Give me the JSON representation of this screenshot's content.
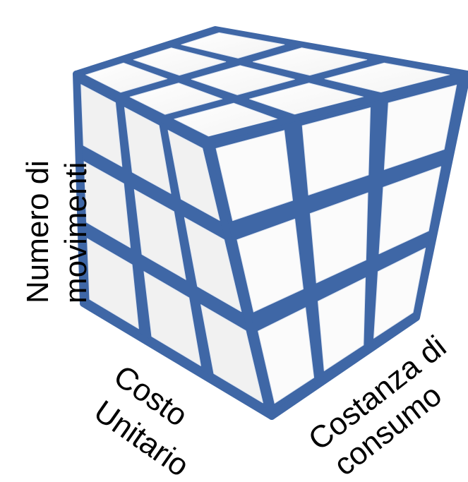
{
  "diagram": {
    "colors": {
      "frame": "#3f67a6",
      "sticker_top": "#ffffff",
      "sticker_left": "#f1f1f1",
      "sticker_right": "#fbfbfb",
      "background": "#ffffff",
      "text": "#000000"
    },
    "axis_labels": {
      "vertical_line1": "Numero di",
      "vertical_line2": "movimenti",
      "left_line1": "Costo",
      "left_line2": "Unitario",
      "right_line1": "Costanza di",
      "right_line2": "consumo"
    }
  }
}
